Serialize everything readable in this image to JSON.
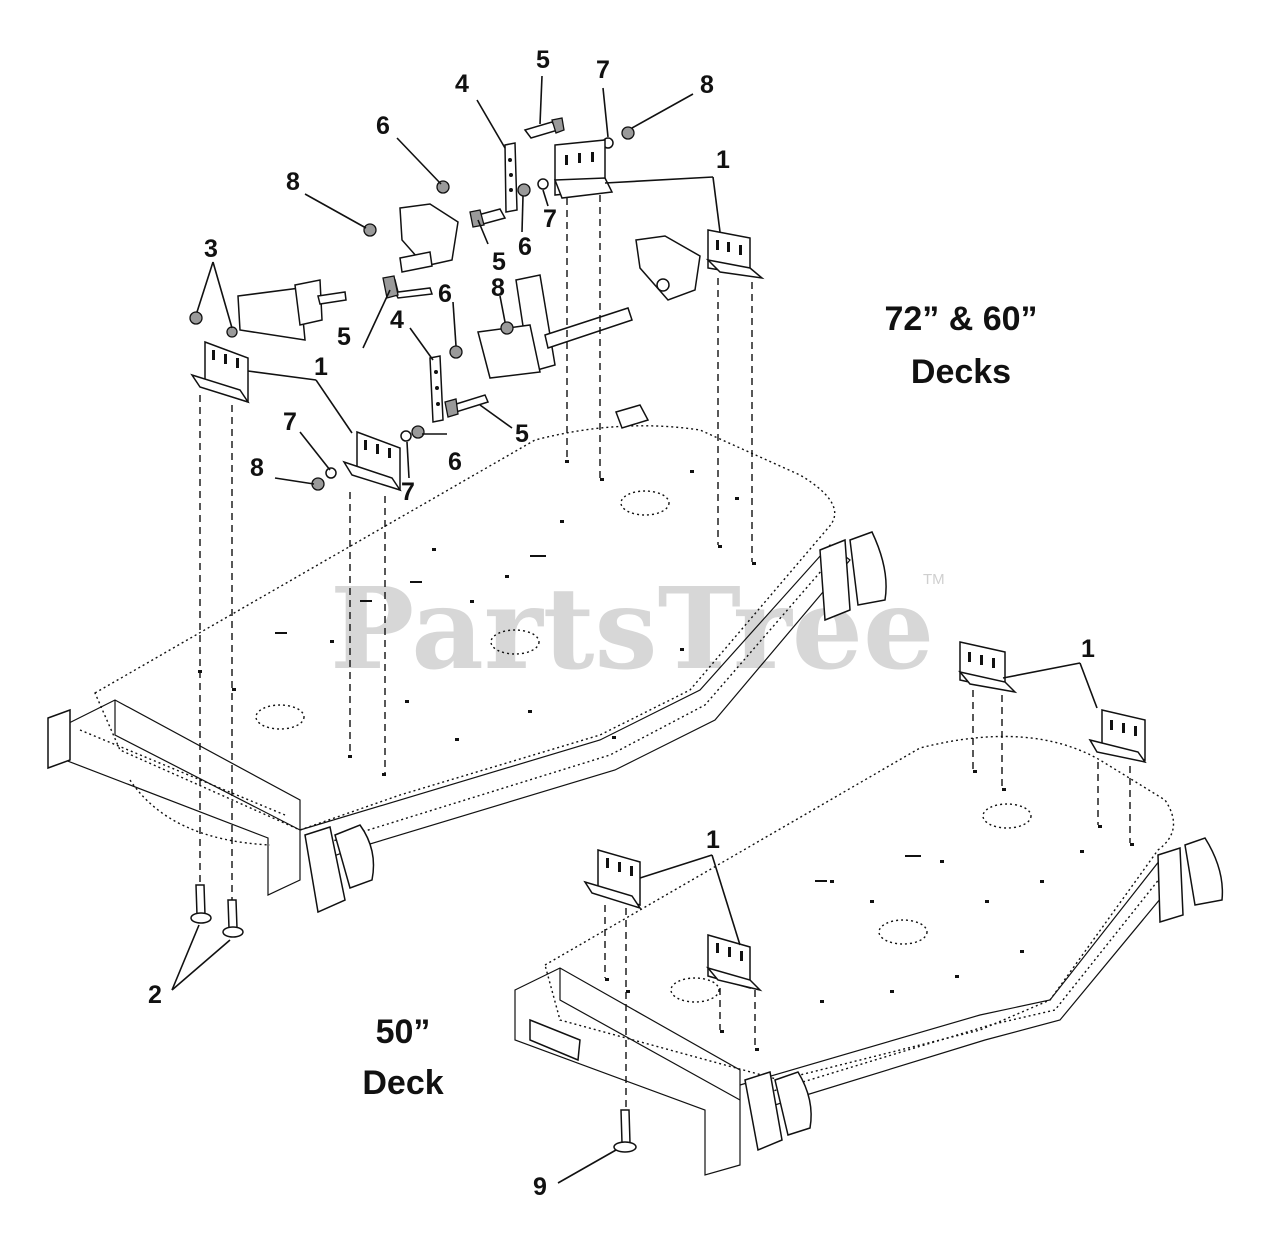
{
  "watermark": {
    "brand": "PartsTree",
    "trademark": "TM"
  },
  "headings": {
    "large_decks_line1": "72” & 60”",
    "large_decks_line2": "Decks",
    "small_deck_line1": "50”",
    "small_deck_line2": "Deck"
  },
  "callouts": {
    "c1a": "1",
    "c1b": "1",
    "c1c": "1",
    "c1d": "1",
    "c2": "2",
    "c3": "3",
    "c4a": "4",
    "c4b": "4",
    "c5a": "5",
    "c5b": "5",
    "c5c": "5",
    "c5d": "5",
    "c6a": "6",
    "c6b": "6",
    "c6c": "6",
    "c6d": "6",
    "c7a": "7",
    "c7b": "7",
    "c7c": "7",
    "c7d": "7",
    "c8a": "8",
    "c8b": "8",
    "c8c": "8",
    "c8d": "8",
    "c9": "9"
  },
  "colors": {
    "line": "#111111",
    "watermark": "#d7d7d7",
    "background": "#ffffff"
  }
}
